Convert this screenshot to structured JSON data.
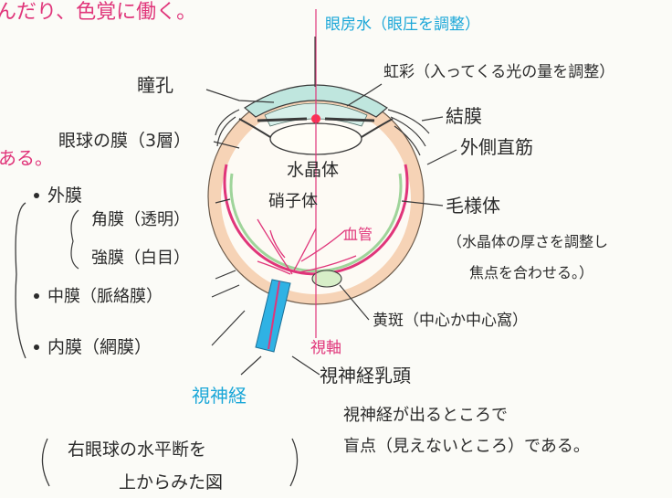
{
  "top_note": "んだり、色覚に働く。",
  "side_note": "ある。",
  "labels": {
    "aqueous": "眼房水（眼圧を調整）",
    "iris": "虹彩（入ってくる光の量を調整）",
    "pupil": "瞳孔",
    "conjunctiva": "結膜",
    "eyeball_layers": "眼球の膜（3層）",
    "lateral_rectus": "外側直筋",
    "lens": "水晶体",
    "vitreous": "硝子体",
    "ciliary_body": "毛様体",
    "ciliary_note_1": "（水晶体の厚さを調整し",
    "ciliary_note_2": "焦点を合わせる。）",
    "blood_vessel": "血管",
    "macula": "黄斑（中心か中心窩）",
    "visual_axis": "視軸",
    "optic_nerve": "視神経",
    "optic_disc": "視神経乳頭",
    "optic_disc_note_1": "視神経が出るところで",
    "optic_disc_note_2": "盲点（見えないところ）である。",
    "caption_line1": "右眼球の水平断を",
    "caption_line2": "上からみた図"
  },
  "layers": {
    "outer": "外膜",
    "cornea": "角膜（透明）",
    "sclera": "強膜（白目）",
    "middle": "中膜（脈絡膜）",
    "inner": "内膜（網膜）"
  },
  "colors": {
    "ink": "#2b2b2b",
    "pink": "#e0357a",
    "blue": "#1ba7d8",
    "peach": "#f4c9a8",
    "green": "#9fd49a",
    "cornea_fill": "#bfe6de"
  }
}
